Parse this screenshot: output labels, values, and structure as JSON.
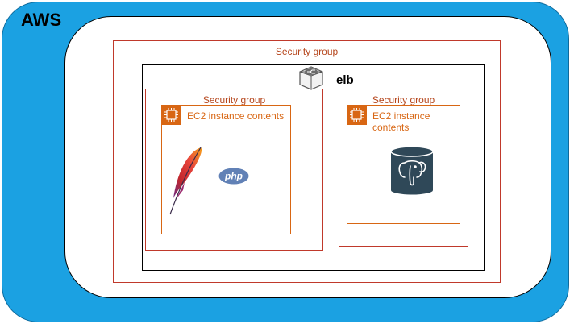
{
  "cloud": {
    "label": "AWS",
    "icon": "aws-cloud-icon",
    "color": "#1ba1e2"
  },
  "security_groups": {
    "outer": {
      "label": "Security group"
    },
    "left": {
      "label": "Security group"
    },
    "right": {
      "label": "Security group"
    },
    "border_color": "#c0392b"
  },
  "elb": {
    "label": "elb",
    "icon": "load-balancer-icon"
  },
  "ec2": {
    "left": {
      "label": "EC2 instance contents",
      "icon": "ec2-instance-icon"
    },
    "right": {
      "label": "EC2 instance contents",
      "icon": "ec2-instance-icon"
    },
    "accent_color": "#d86613"
  },
  "software": {
    "apache": {
      "icon": "apache-feather-icon"
    },
    "php": {
      "label": "php",
      "icon": "php-logo-icon"
    },
    "postgres": {
      "icon": "postgresql-elephant-icon"
    }
  }
}
